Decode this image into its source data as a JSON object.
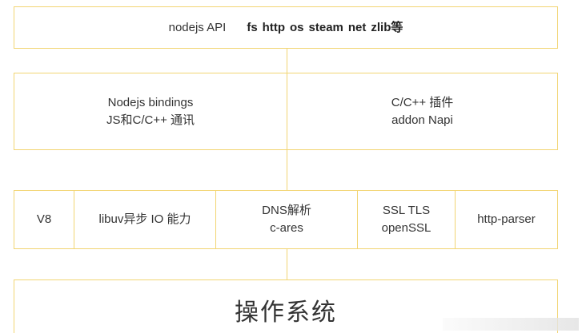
{
  "top": {
    "api_label": "nodejs API",
    "modules": [
      "fs",
      "http",
      "os",
      "steam",
      "net",
      "zlib等"
    ]
  },
  "bindings": {
    "line1": "Nodejs bindings",
    "line2": "JS和C/C++ 通讯"
  },
  "addons": {
    "line1": "C/C++ 插件",
    "line2": "addon  Napi"
  },
  "deps": {
    "v8": "V8",
    "libuv": "libuv异步 IO 能力",
    "dns_line1": "DNS解析",
    "dns_line2": "c-ares",
    "ssl_line1": "SSL TLS",
    "ssl_line2": "openSSL",
    "http_parser": "http-parser"
  },
  "os": {
    "label": "操作系统"
  },
  "colors": {
    "border": "#f2d573",
    "text": "#333333"
  }
}
